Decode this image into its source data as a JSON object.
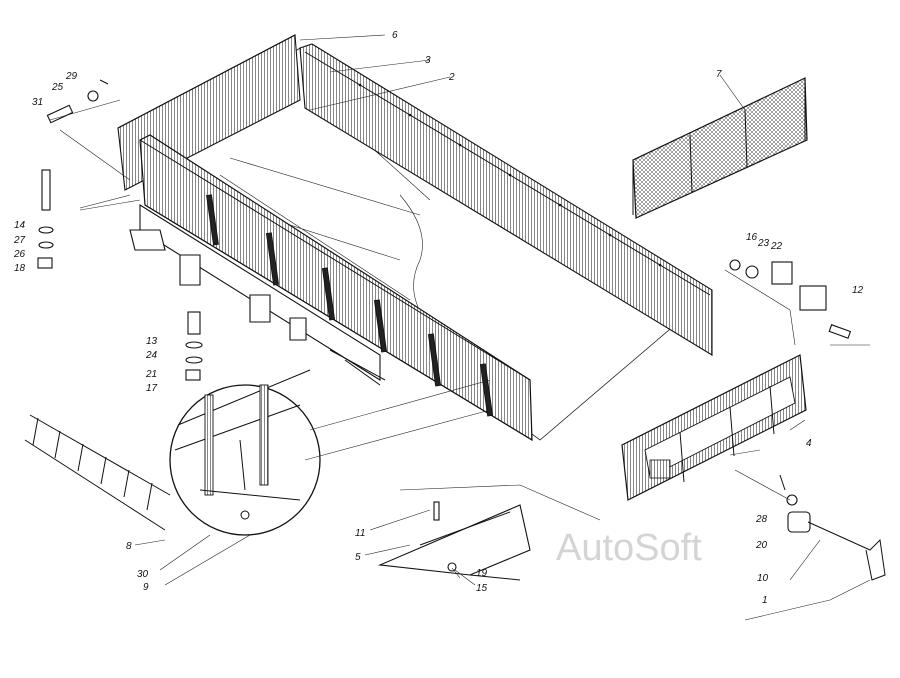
{
  "labels": {
    "l1": "1",
    "l2": "2",
    "l3": "3",
    "l4": "4",
    "l5": "5",
    "l6": "6",
    "l7": "7",
    "l8": "8",
    "l9": "9",
    "l10": "10",
    "l11": "11",
    "l12": "12",
    "l13": "13",
    "l14": "14",
    "l15": "15",
    "l16": "16",
    "l17": "17",
    "l18": "18",
    "l19": "19",
    "l20": "20",
    "l21": "21",
    "l22": "22",
    "l23": "23",
    "l24": "24",
    "l25": "25",
    "l26": "26",
    "l27": "27",
    "l28": "28",
    "l29": "29",
    "l30": "30",
    "l31": "31"
  },
  "watermark": "AutoSoft"
}
